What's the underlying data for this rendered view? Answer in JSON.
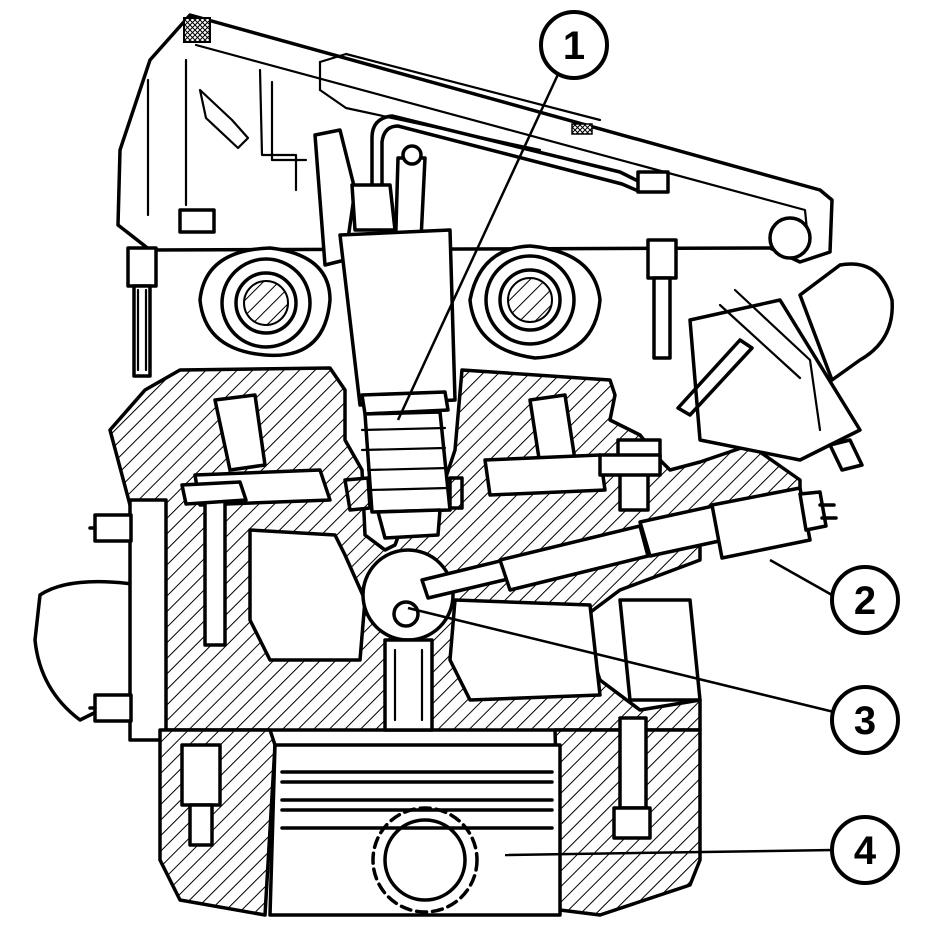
{
  "callouts": [
    {
      "id": "1",
      "label": "1",
      "points_to": "injector"
    },
    {
      "id": "2",
      "label": "2",
      "points_to": "glow-plug"
    },
    {
      "id": "3",
      "label": "3",
      "points_to": "swirl-chamber"
    },
    {
      "id": "4",
      "label": "4",
      "points_to": "piston"
    }
  ],
  "colors": {
    "ink": "#000000",
    "background": "#ffffff"
  }
}
